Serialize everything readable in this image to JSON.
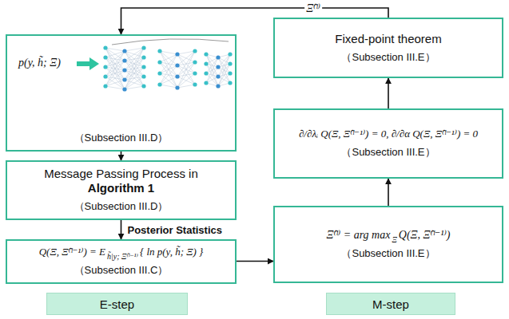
{
  "diagram": {
    "nodes": [
      {
        "text": [
          "p(y, h̃; Ξ)",
          "（Subsection III.D）"
        ]
      },
      {
        "text": [
          "Message Passing Process in",
          "Algorithm 1",
          "（Subsection III.D）"
        ]
      },
      {
        "text": [
          "Q(Ξ, Ξ̂⁽ˡ⁻¹⁾) = E",
          "h̃|y; Ξ̂⁽ˡ⁻¹⁾",
          "{ ln p(y, h̃; Ξ) }",
          "（Subsection III.C）"
        ]
      },
      {
        "text": [
          "E-step"
        ]
      },
      {
        "text": [
          "Ξ̂⁽ˡ⁾ = arg max",
          "Ξ",
          "Q(Ξ, Ξ̂⁽ˡ⁻¹⁾)",
          "（Subsection III.E）"
        ]
      },
      {
        "text": [
          "∂/∂λᵢ Q(Ξ, Ξ̂⁽ˡ⁻¹⁾) = 0, ∂/∂α Q(Ξ, Ξ̂⁽ˡ⁻¹⁾) = 0",
          "（Subsection III.E）"
        ]
      },
      {
        "text": [
          "Fixed-point theorem",
          "（Subsection III.E）"
        ]
      },
      {
        "text": [
          "M-step"
        ]
      }
    ],
    "edges": [
      {
        "from": 6,
        "to": 0,
        "arrow": "to",
        "label": "Ξ̂⁽ˡ⁾"
      },
      {
        "from": 0,
        "to": 1,
        "arrow": "to"
      },
      {
        "from": 1,
        "to": 2,
        "arrow": "to",
        "label": "Posterior Statistics"
      },
      {
        "from": 2,
        "to": 4,
        "arrow": "to"
      },
      {
        "from": 4,
        "to": 5,
        "arrow": "to"
      },
      {
        "from": 5,
        "to": 6,
        "arrow": "to"
      }
    ]
  }
}
